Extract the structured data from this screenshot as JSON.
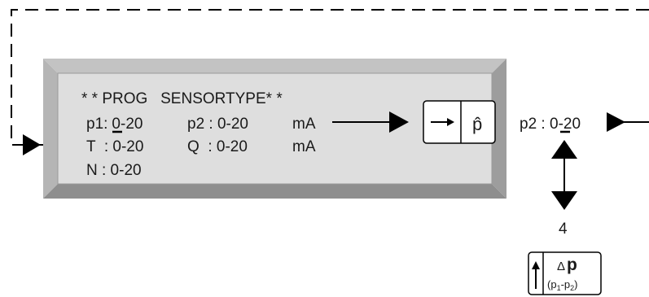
{
  "display": {
    "title": "* * PROG   SENSORTYPE* *",
    "row1": {
      "p1_label": "p1:",
      "p1_underlined": "0",
      "p1_rest": "-20",
      "p2": "p2 : 0-20",
      "unit": "mA"
    },
    "row2": {
      "t": "T  : 0-20",
      "q": "Q  : 0-20",
      "unit": "mA"
    },
    "row3": {
      "n": "N : 0-20"
    }
  },
  "key_cursor": {
    "arrow_icon": "right-arrow-icon",
    "symbol": "p̂"
  },
  "value_field": {
    "label": "p2 : ",
    "underlined": "0",
    "rest": "-20"
  },
  "step_number": "4",
  "delta_key": {
    "arrow_icon": "up-arrow-icon",
    "symbol_delta": "Δ",
    "symbol_p": "p",
    "formula_open": "(p",
    "formula_sub1": "1",
    "formula_dash": "-p",
    "formula_sub2": "2",
    "formula_close": ")"
  },
  "colors": {
    "lcd_screen": "#dcdcdc",
    "lcd_bezel_light": "#c8c8c8",
    "lcd_bezel_dark": "#8f8f8f",
    "line": "#000000"
  }
}
